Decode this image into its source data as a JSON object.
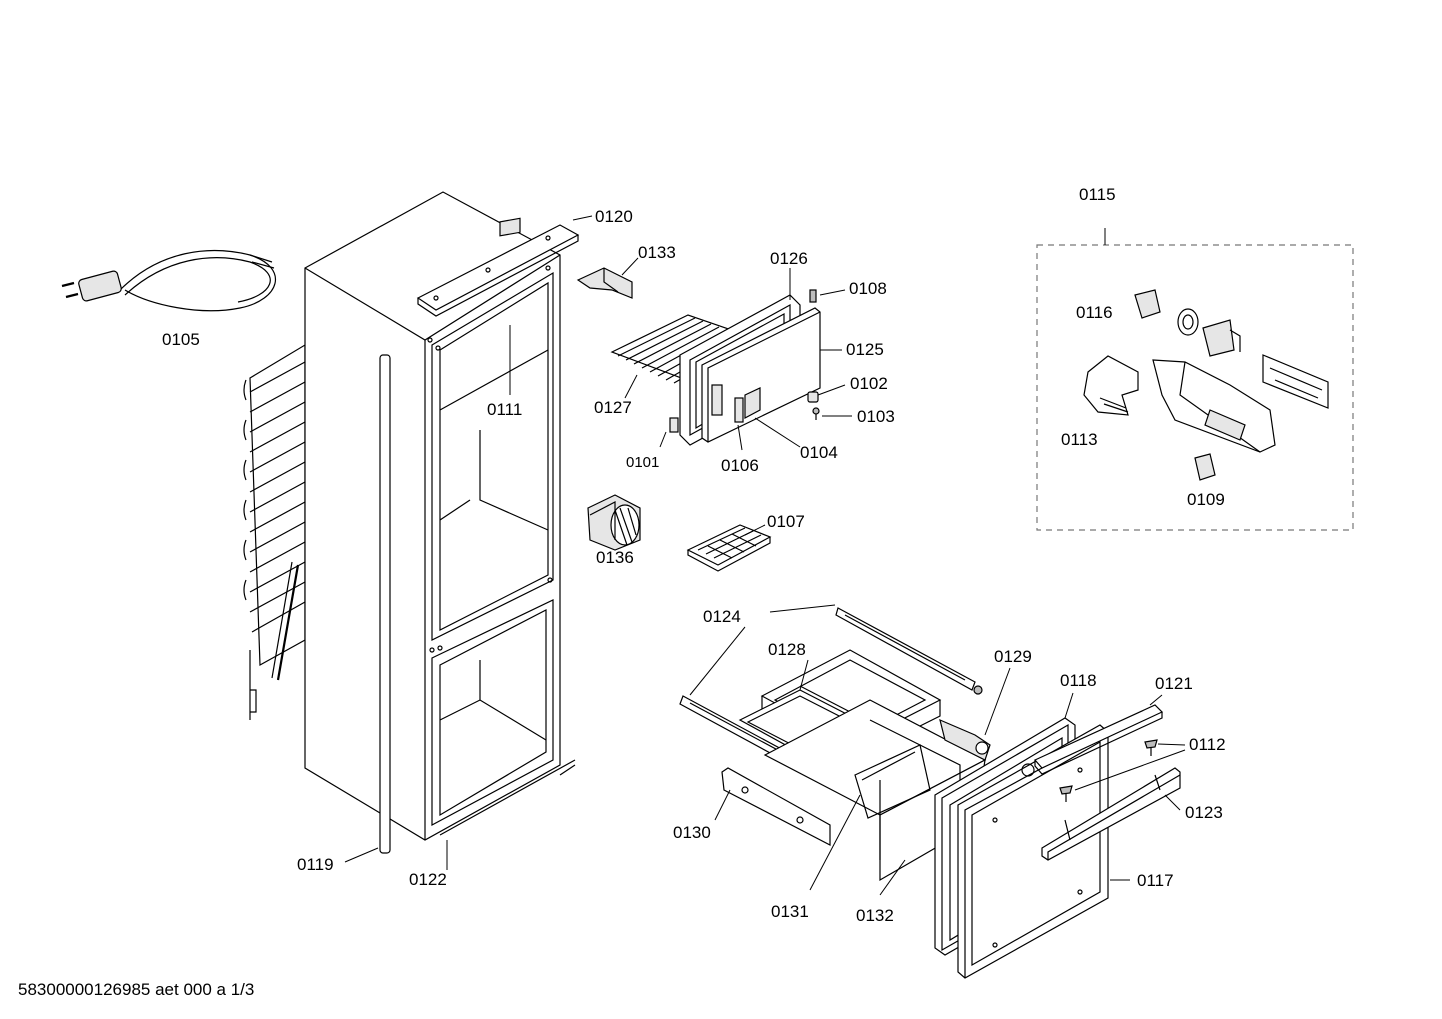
{
  "labels": {
    "p0105": "0105",
    "p0120": "0120",
    "p0133": "0133",
    "p0126": "0126",
    "p0108": "0108",
    "p0125": "0125",
    "p0102": "0102",
    "p0103": "0103",
    "p0127": "0127",
    "p0111": "0111",
    "p0101": "0101",
    "p0106": "0106",
    "p0104": "0104",
    "p0107": "0107",
    "p0136": "0136",
    "p0115": "0115",
    "p0116": "0116",
    "p0113": "0113",
    "p0109": "0109",
    "p0124": "0124",
    "p0128": "0128",
    "p0129": "0129",
    "p0118": "0118",
    "p0121": "0121",
    "p0112": "0112",
    "p0123": "0123",
    "p0130": "0130",
    "p0117": "0117",
    "p0131": "0131",
    "p0132": "0132",
    "p0119": "0119",
    "p0122": "0122"
  },
  "footer": "58300000126985 aet 000 a 1/3"
}
